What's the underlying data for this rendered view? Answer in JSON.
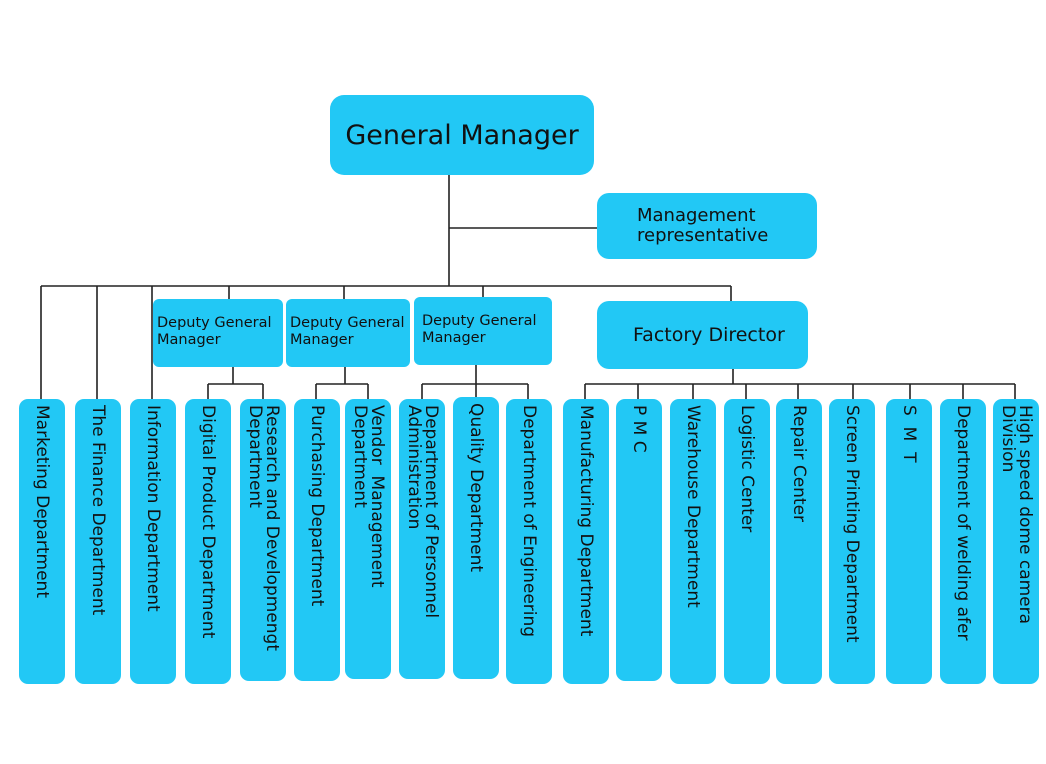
{
  "general_manager": "General Manager",
  "management_rep": [
    "Management",
    "representative"
  ],
  "deputy_labels": [
    [
      "Deputy General",
      "Manager"
    ],
    [
      "Deputy General",
      "Manager"
    ],
    [
      "Deputy General",
      "Manager"
    ]
  ],
  "factory_director": "Factory Director",
  "departments": {
    "marketing": "Marketing Department",
    "finance": "The Finance Department",
    "information": "Information Department",
    "digital_product": "Digital Product Department",
    "rnd": "Research and Developmengt\nDepartment",
    "purchasing": "Purchasing Department",
    "vendor": "Vendor  Management\nDepartment",
    "personnel": "Department of Personnel\nAdministration",
    "quality": "Quality Department",
    "engineering": "Department of Engineering",
    "manufacturing": "Manufacturing Department",
    "pmc": "P M C",
    "warehouse": "Warehouse Department",
    "logistic": "Logistic Center",
    "repair": "Repair Center",
    "screen_printing": "Screen Printing Department",
    "smt": "S  M  T",
    "welding": "Department of welding afer",
    "high_speed": "High speed dome camera\nDivision"
  },
  "colors": {
    "box": "#22c8f5",
    "line": "#222222"
  }
}
